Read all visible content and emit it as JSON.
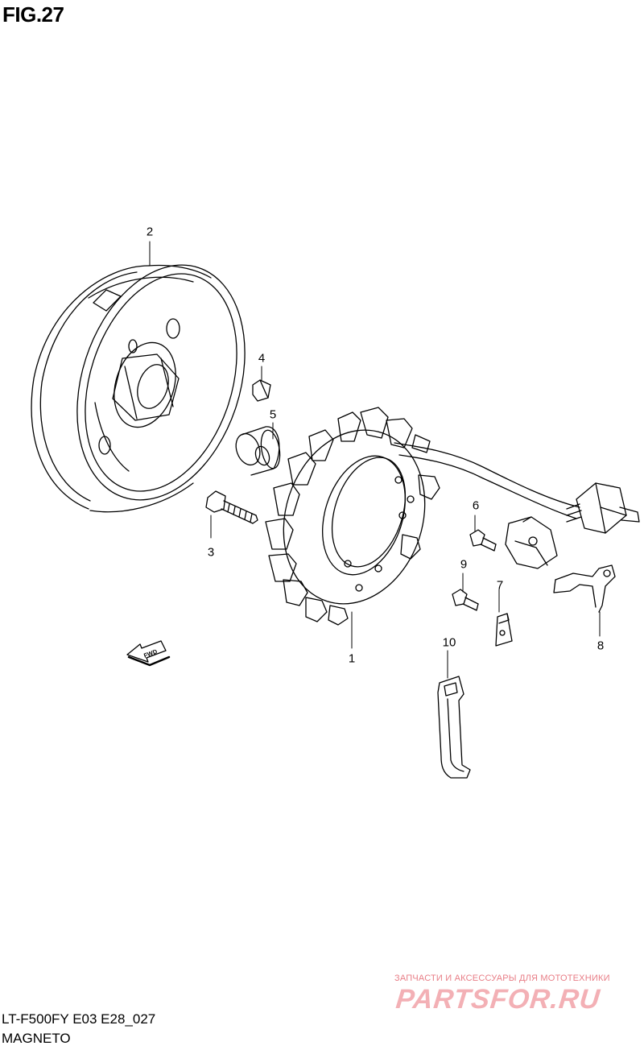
{
  "figure": {
    "title": "FIG.27"
  },
  "callouts": {
    "c1": "1",
    "c2": "2",
    "c3": "3",
    "c4": "4",
    "c5": "5",
    "c6": "6",
    "c7": "7",
    "c8": "8",
    "c9": "9",
    "c10": "10"
  },
  "direction_arrow": {
    "label": "FWD"
  },
  "footer": {
    "model_code": "LT-F500FY E03 E28_027",
    "section": "MAGNETO"
  },
  "watermark": {
    "line1": "ЗАПЧАСТИ И АКСЕССУАРЫ ДЛЯ МОТОТЕХНИКИ",
    "line2": "PARTSFOR.RU"
  },
  "colors": {
    "line": "#000000",
    "watermark": "#e87d86"
  }
}
